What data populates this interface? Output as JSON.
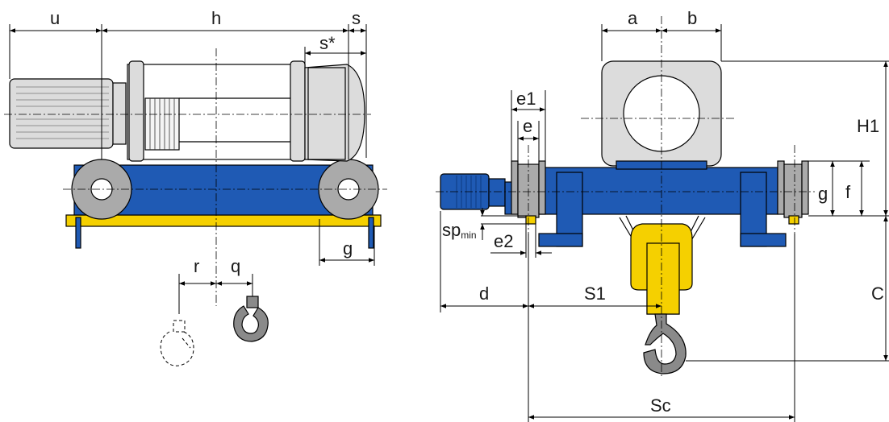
{
  "labels": {
    "u": "u",
    "h": "h",
    "s": "s",
    "s_star": "s*",
    "g_left": "g",
    "r": "r",
    "q": "q",
    "a": "a",
    "b": "b",
    "e1": "e1",
    "e": "e",
    "H1": "H1",
    "g_right": "g",
    "f": "f",
    "sp": "sp",
    "sp_sub": "min",
    "e2": "e2",
    "d": "d",
    "S1": "S1",
    "C": "C",
    "Sc": "Sc"
  },
  "colors": {
    "frame_blue": "#1f5ab4",
    "rail_yellow": "#f5d000",
    "wheel_grey": "#aaaaaa",
    "housing_grey": "#dcdcdc",
    "hook_grey": "#8a8a8a"
  }
}
